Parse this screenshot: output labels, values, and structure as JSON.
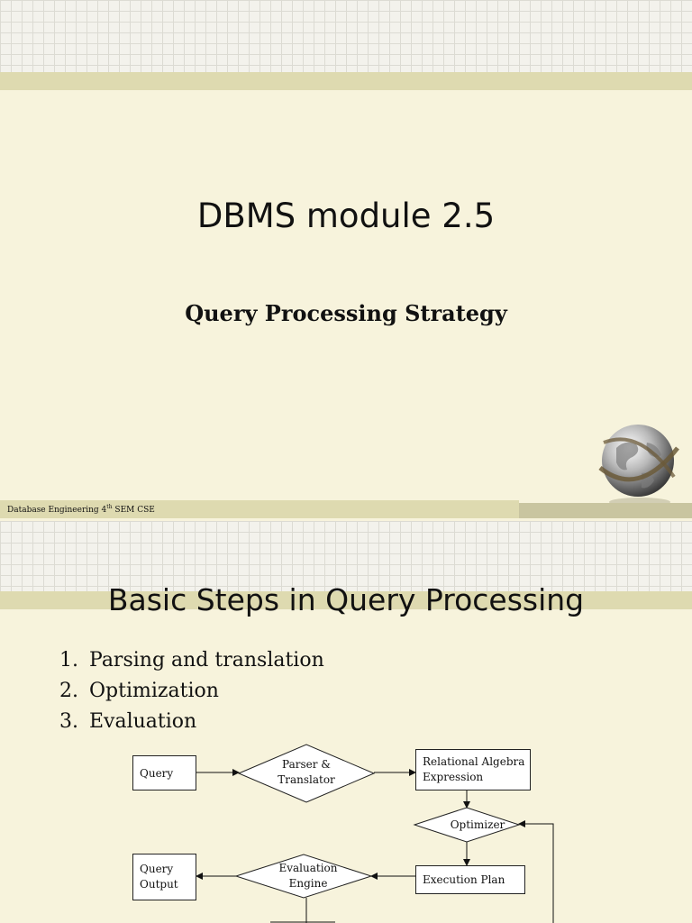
{
  "slide1": {
    "title": "DBMS module 2.5",
    "subtitle": "Query Processing Strategy",
    "footer": {
      "prefix": "Database Engineering 4",
      "superscript": "th",
      "suffix": " SEM CSE"
    },
    "logo": "globe-icon"
  },
  "slide2": {
    "title": "Basic Steps in Query Processing",
    "steps": [
      {
        "num": "1.",
        "label": "Parsing and translation"
      },
      {
        "num": "2.",
        "label": "Optimization"
      },
      {
        "num": "3.",
        "label": "Evaluation"
      }
    ],
    "diagram": {
      "query": "Query",
      "parser_line1": "Parser &",
      "parser_line2": "Translator",
      "relalg_line1": "Relational Algebra",
      "relalg_line2": "Expression",
      "optimizer": "Optimizer",
      "exec_plan": "Execution Plan",
      "eval_line1": "Evaluation",
      "eval_line2": "Engine",
      "output_line1": "Query",
      "output_line2": "Output"
    }
  },
  "colors": {
    "background": "#f7f3dc",
    "band": "#dedab0",
    "text": "#111111"
  }
}
